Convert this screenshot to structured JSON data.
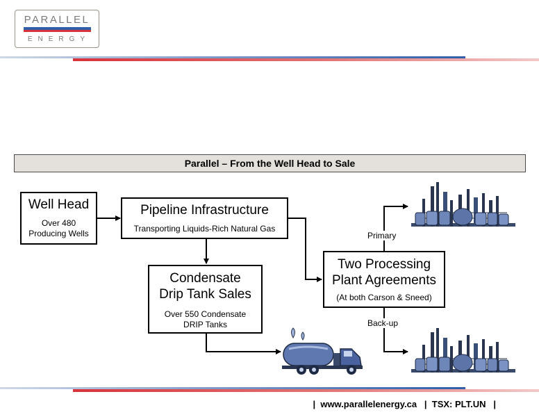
{
  "logo": {
    "top": "PARALLEL",
    "bottom": "ENERGY"
  },
  "banner": {
    "title": "Parallel – From the Well Head to Sale"
  },
  "nodes": {
    "well_head": {
      "title": "Well Head",
      "subtitle": "Over 480\nProducing Wells"
    },
    "pipeline": {
      "title": "Pipeline Infrastructure",
      "subtitle": "Transporting Liquids-Rich Natural Gas"
    },
    "condensate": {
      "title": "Condensate\nDrip Tank Sales",
      "subtitle": "Over 550 Condensate\nDRIP Tanks"
    },
    "processing": {
      "title": "Two Processing\nPlant Agreements",
      "subtitle": "(At both Carson & Sneed)"
    }
  },
  "labels": {
    "primary": "Primary",
    "backup": "Back-up"
  },
  "footer": {
    "text": "|  www.parallelenergy.ca   |  TSX: PLT.UN   |"
  },
  "colors": {
    "brand_blue": "#2f5fa8",
    "brand_red": "#d8333b",
    "banner_bg": "#e4e1dc"
  },
  "icons": [
    "refinery-icon",
    "refinery-icon",
    "tanker-truck-icon"
  ]
}
